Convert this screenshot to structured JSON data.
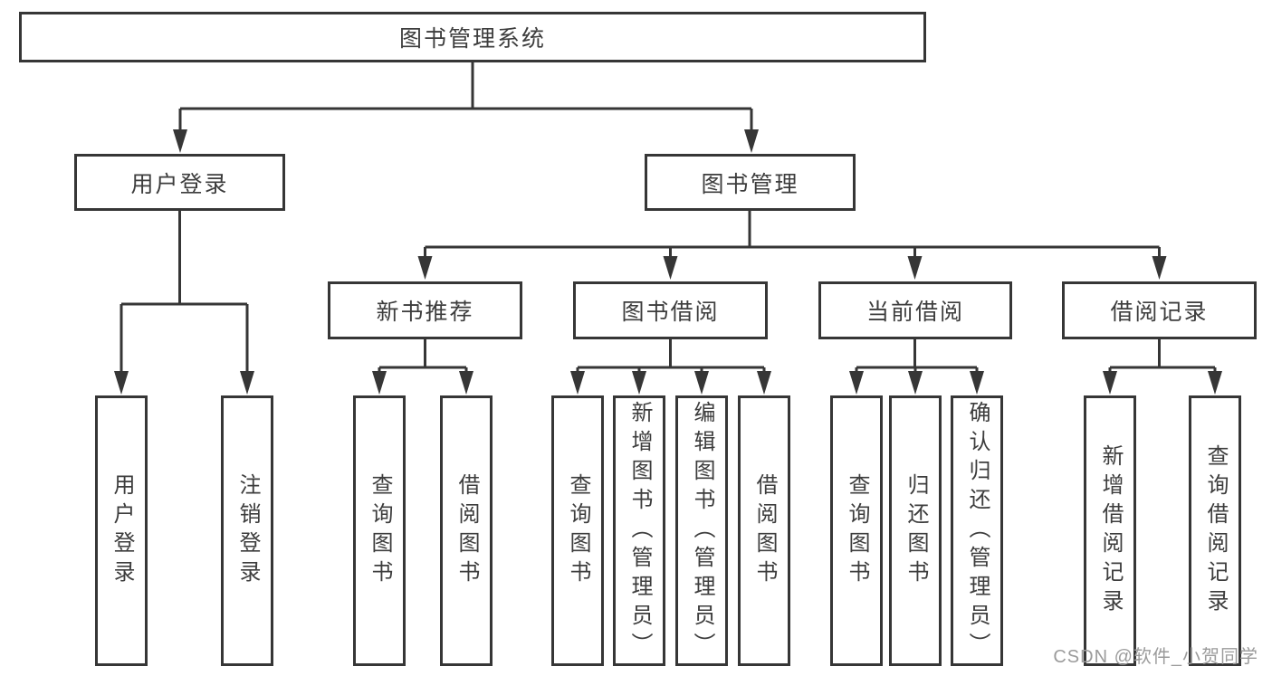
{
  "diagram": {
    "root": {
      "label": "图书管理系统"
    },
    "level1": [
      {
        "label": "用户登录"
      },
      {
        "label": "图书管理"
      }
    ],
    "level2": [
      {
        "label": "新书推荐"
      },
      {
        "label": "图书借阅"
      },
      {
        "label": "当前借阅"
      },
      {
        "label": "借阅记录"
      }
    ],
    "leaves": {
      "user_login": [
        {
          "label": "用户登录"
        },
        {
          "label": "注销登录"
        }
      ],
      "new_book": [
        {
          "label": "查询图书"
        },
        {
          "label": "借阅图书"
        }
      ],
      "book_borrow": [
        {
          "label": "查询图书"
        },
        {
          "label": "新增图书（管理员）"
        },
        {
          "label": "编辑图书（管理员）"
        },
        {
          "label": "借阅图书"
        }
      ],
      "current_borrow": [
        {
          "label": "查询图书"
        },
        {
          "label": "归还图书"
        },
        {
          "label": "确认归还（管理员）"
        }
      ],
      "borrow_record": [
        {
          "label": "新增借阅记录"
        },
        {
          "label": "查询借阅记录"
        }
      ]
    }
  },
  "watermark": {
    "text": "CSDN @软件_小贺同学",
    "color": "#9b9b9b"
  },
  "colors": {
    "line": "#363636",
    "text": "#3d3d3d",
    "background": "#ffffff"
  }
}
